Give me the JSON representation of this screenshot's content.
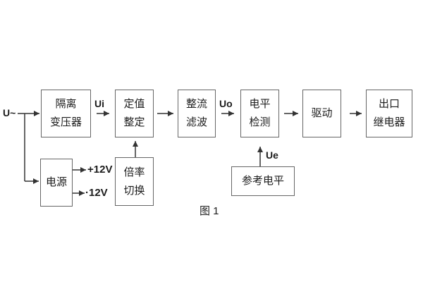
{
  "diagram": {
    "caption": "图 1",
    "colors": {
      "background": "#ffffff",
      "box_border": "#666666",
      "line": "#333333",
      "text": "#1c1c1c"
    },
    "blocks": [
      {
        "name": "isolation-transformer",
        "lines": [
          "隔离",
          "变压器"
        ]
      },
      {
        "name": "setpoint-setting",
        "lines": [
          "定值",
          "整定"
        ]
      },
      {
        "name": "rectifier-filter",
        "lines": [
          "整流",
          "滤波"
        ]
      },
      {
        "name": "level-detection",
        "lines": [
          "电平",
          "检测"
        ]
      },
      {
        "name": "driver",
        "lines": [
          "驱动"
        ]
      },
      {
        "name": "output-relay",
        "lines": [
          "出口",
          "继电器"
        ]
      },
      {
        "name": "power-supply",
        "lines": [
          "电源"
        ]
      },
      {
        "name": "ratio-switch",
        "lines": [
          "倍率",
          "切换"
        ]
      },
      {
        "name": "reference-level",
        "lines": [
          "参考电平"
        ]
      }
    ],
    "labels": {
      "input": "U~",
      "ui": "Ui",
      "uo": "Uo",
      "ue": "Ue",
      "plus_12v": "+12V",
      "minus_12v": "·12V"
    }
  }
}
